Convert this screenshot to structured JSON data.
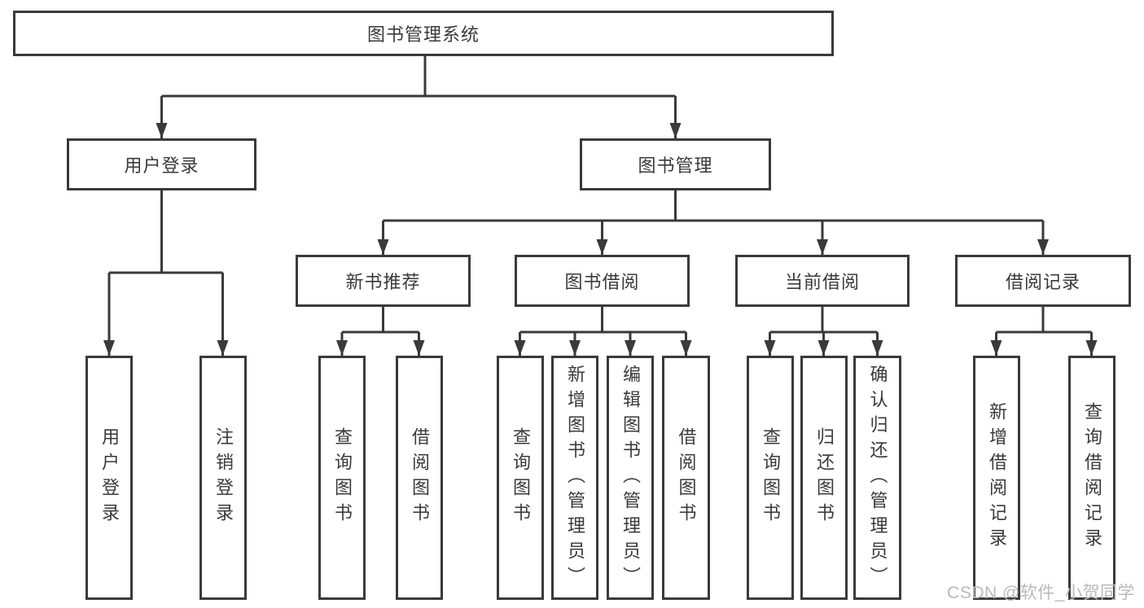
{
  "colors": {
    "line": "#3a3a3a",
    "text": "#3a3a3a",
    "box_bg": "#ffffff",
    "page_bg": "#ffffff",
    "watermark": "#b9b9b9"
  },
  "nodes": {
    "root": {
      "label": "图书管理系统"
    },
    "user_login": {
      "label": "用户登录"
    },
    "book_mgmt": {
      "label": "图书管理"
    },
    "new_book_rec": {
      "label": "新书推荐"
    },
    "book_borrow": {
      "label": "图书借阅"
    },
    "current_borrow": {
      "label": "当前借阅"
    },
    "borrow_record": {
      "label": "借阅记录"
    },
    "ul_user_login": {
      "label": "用户登录"
    },
    "ul_logout": {
      "label": "注销登录"
    },
    "nb_query_book": {
      "label": "查询图书"
    },
    "nb_borrow_book": {
      "label": "借阅图书"
    },
    "bb_query_book": {
      "label": "查询图书"
    },
    "bb_add_book": {
      "label": "新增图书（管理员）"
    },
    "bb_edit_book": {
      "label": "编辑图书（管理员）"
    },
    "bb_borrow_book": {
      "label": "借阅图书"
    },
    "cb_query_book": {
      "label": "查询图书"
    },
    "cb_return_book": {
      "label": "归还图书"
    },
    "cb_confirm_return": {
      "label": "确认归还（管理员）"
    },
    "br_add_record": {
      "label": "新增借阅记录"
    },
    "br_query_record": {
      "label": "查询借阅记录"
    }
  },
  "watermark": {
    "text": "CSDN @软件_小贺同学"
  }
}
